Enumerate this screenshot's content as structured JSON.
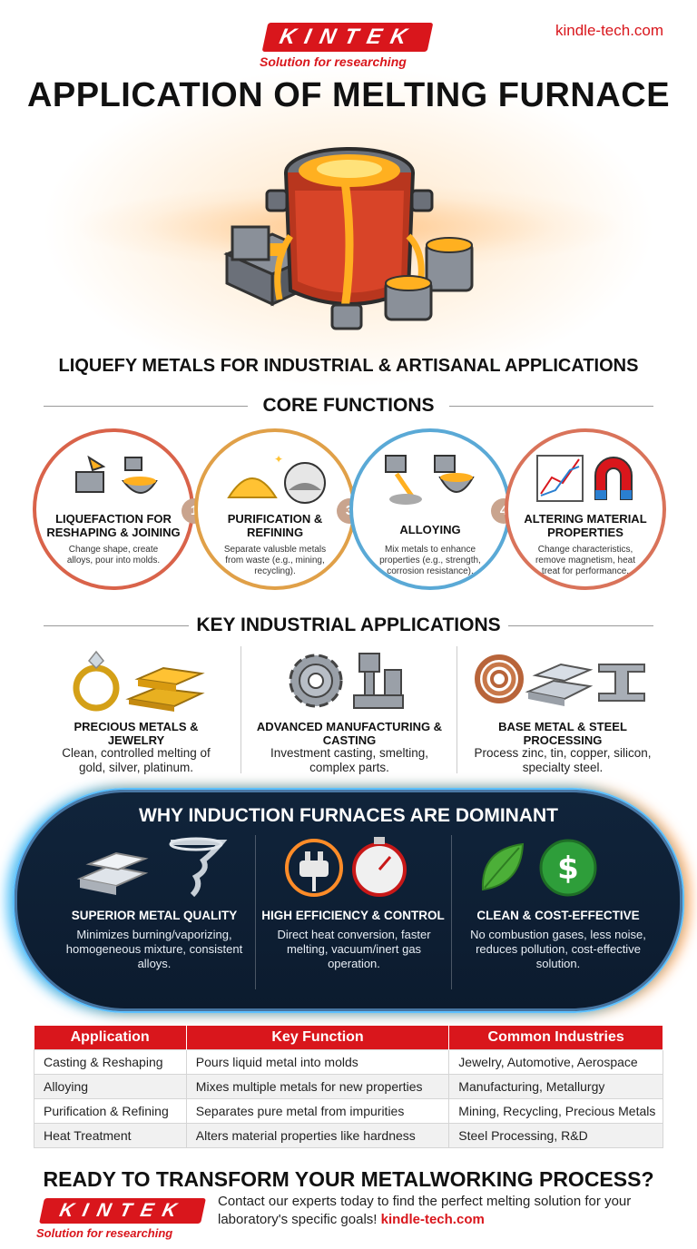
{
  "header": {
    "logo_text": "KINTEK",
    "logo_tagline": "Solution for researching",
    "site": "kindle-tech.com"
  },
  "title": "APPLICATION OF MELTING FURNACE",
  "subtitle": "LIQUEFY METALS FOR INDUSTRIAL & ARTISANAL APPLICATIONS",
  "core": {
    "heading": "CORE FUNCTIONS",
    "items": [
      {
        "title": "LIQUEFACTION FOR RESHAPING & JOINING",
        "desc": "Change shape, create alloys, pour into molds.",
        "color": "#d9634a"
      },
      {
        "title": "PURIFICATION & REFINING",
        "desc": "Separate valusble metals from waste (e.g., mining, recycling).",
        "color": "#e0a048"
      },
      {
        "title": "ALLOYING",
        "desc": "Mix metals to enhance properties (e.g., strength, corrosion resistance).",
        "color": "#5aa9d6"
      },
      {
        "title": "ALTERING MATERIAL PROPERTIES",
        "desc": "Change characteristics, remove magnetism, heat treat for performance.",
        "color": "#d9735a"
      }
    ],
    "numbers": [
      "1",
      "3",
      "4"
    ]
  },
  "industrial": {
    "heading": "KEY INDUSTRIAL APPLICATIONS",
    "items": [
      {
        "title": "PRECIOUS METALS & JEWELRY",
        "desc": "Clean, controlled melting of gold, silver, platinum."
      },
      {
        "title": "ADVANCED MANUFACTURING & CASTING",
        "desc": "Investment casting, smelting, complex parts."
      },
      {
        "title": "BASE METAL & STEEL PROCESSING",
        "desc": "Process zinc, tin, copper, silicon, specialty steel."
      }
    ]
  },
  "induction": {
    "heading": "WHY INDUCTION FURNACES ARE DOMINANT",
    "items": [
      {
        "title": "SUPERIOR METAL QUALITY",
        "desc": "Minimizes burning/vaporizing, homogeneous mixture, consistent alloys."
      },
      {
        "title": "HIGH EFFICIENCY & CONTROL",
        "desc": "Direct heat conversion, faster melting, vacuum/inert gas operation."
      },
      {
        "title": "CLEAN & COST-EFFECTIVE",
        "desc": "No combustion gases, less noise, reduces pollution, cost-effective solution."
      }
    ]
  },
  "table": {
    "headers": [
      "Application",
      "Key Function",
      "Common Industries"
    ],
    "rows": [
      [
        "Casting & Reshaping",
        "Pours liquid metal into molds",
        "Jewelry, Automotive, Aerospace"
      ],
      [
        "Alloying",
        "Mixes multiple metals for new properties",
        "Manufacturing, Metallurgy"
      ],
      [
        "Purification & Refining",
        "Separates pure metal from impurities",
        "Mining, Recycling, Precious Metals"
      ],
      [
        "Heat Treatment",
        "Alters material properties like hardness",
        "Steel Processing, R&D"
      ]
    ]
  },
  "cta": {
    "heading": "READY TO TRANSFORM YOUR METALWORKING PROCESS?",
    "text": "Contact our experts today to find the perfect melting solution for your laboratory's specific goals!",
    "link": "kindle-tech.com"
  },
  "colors": {
    "brand_red": "#d9161c",
    "panel_dark": "#0c1b2e",
    "glow_blue": "#5cc0ff",
    "glow_orange": "#ff8c28"
  }
}
